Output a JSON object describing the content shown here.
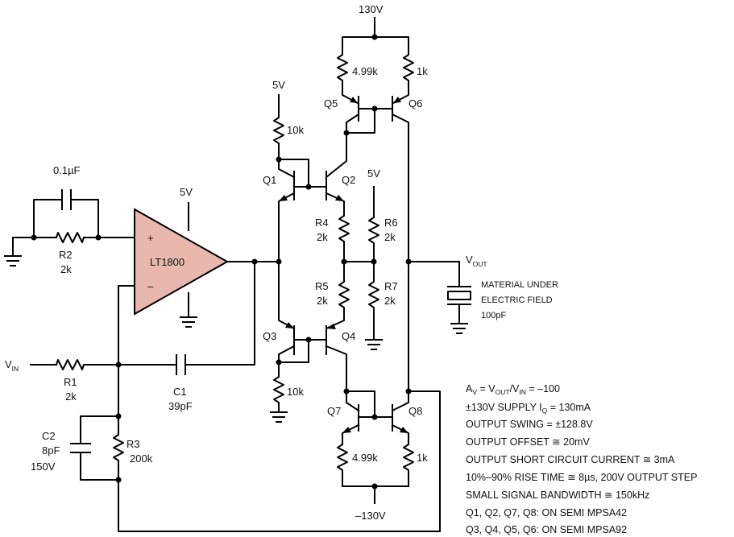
{
  "supplies": {
    "top": "130V",
    "bottom": "–130V",
    "opamp": "5V",
    "q1": "5V",
    "r6": "5V"
  },
  "opamp": {
    "name": "LT1800",
    "plus": "+",
    "minus": "–"
  },
  "components": {
    "cf": {
      "name": "",
      "value": "0.1µF"
    },
    "r2": {
      "name": "R2",
      "value": "2k"
    },
    "r1": {
      "name": "R1",
      "value": "2k"
    },
    "c1": {
      "name": "C1",
      "value": "39pF"
    },
    "c2": {
      "name": "C2",
      "value": "8pF",
      "rating": "150V"
    },
    "r3": {
      "name": "R3",
      "value": "200k"
    },
    "r10ka": {
      "value": "10k"
    },
    "r10kb": {
      "value": "10k"
    },
    "r4": {
      "name": "R4",
      "value": "2k"
    },
    "r5": {
      "name": "R5",
      "value": "2k"
    },
    "r6": {
      "name": "R6",
      "value": "2k"
    },
    "r7": {
      "name": "R7",
      "value": "2k"
    },
    "r499a": {
      "value": "4.99k"
    },
    "r1ka": {
      "value": "1k"
    },
    "r499b": {
      "value": "4.99k"
    },
    "r1kb": {
      "value": "1k"
    }
  },
  "transistors": [
    "Q1",
    "Q2",
    "Q3",
    "Q4",
    "Q5",
    "Q6",
    "Q7",
    "Q8"
  ],
  "vin": {
    "main": "V",
    "sub": "IN"
  },
  "vout": {
    "main": "V",
    "sub": "OUT"
  },
  "load": {
    "line1": "MATERIAL UNDER",
    "line2": "ELECTRIC FIELD",
    "line3": "100pF"
  },
  "specs": {
    "gain": {
      "a": "A",
      "v_sub": "V",
      "eq": " = V",
      "out_sub": "OUT",
      "slash": "/V",
      "in_sub": "IN",
      "value": " = –100"
    },
    "lines": [
      "±130V SUPPLY I",
      "OUTPUT SWING = ±128.8V",
      "OUTPUT OFFSET ≅ 20mV",
      "OUTPUT SHORT CIRCUIT CURRENT ≅ 3mA",
      "10%–90% RISE TIME ≅ 8µs, 200V OUTPUT STEP",
      "SMALL SIGNAL BANDWIDTH ≅ 150kHz",
      "Q1, Q2, Q7, Q8: ON SEMI MPSA42",
      "Q3, Q4, Q5, Q6: ON SEMI MPSA92"
    ],
    "supply_q_sub": "Q",
    "supply_q_val": " = 130mA"
  }
}
